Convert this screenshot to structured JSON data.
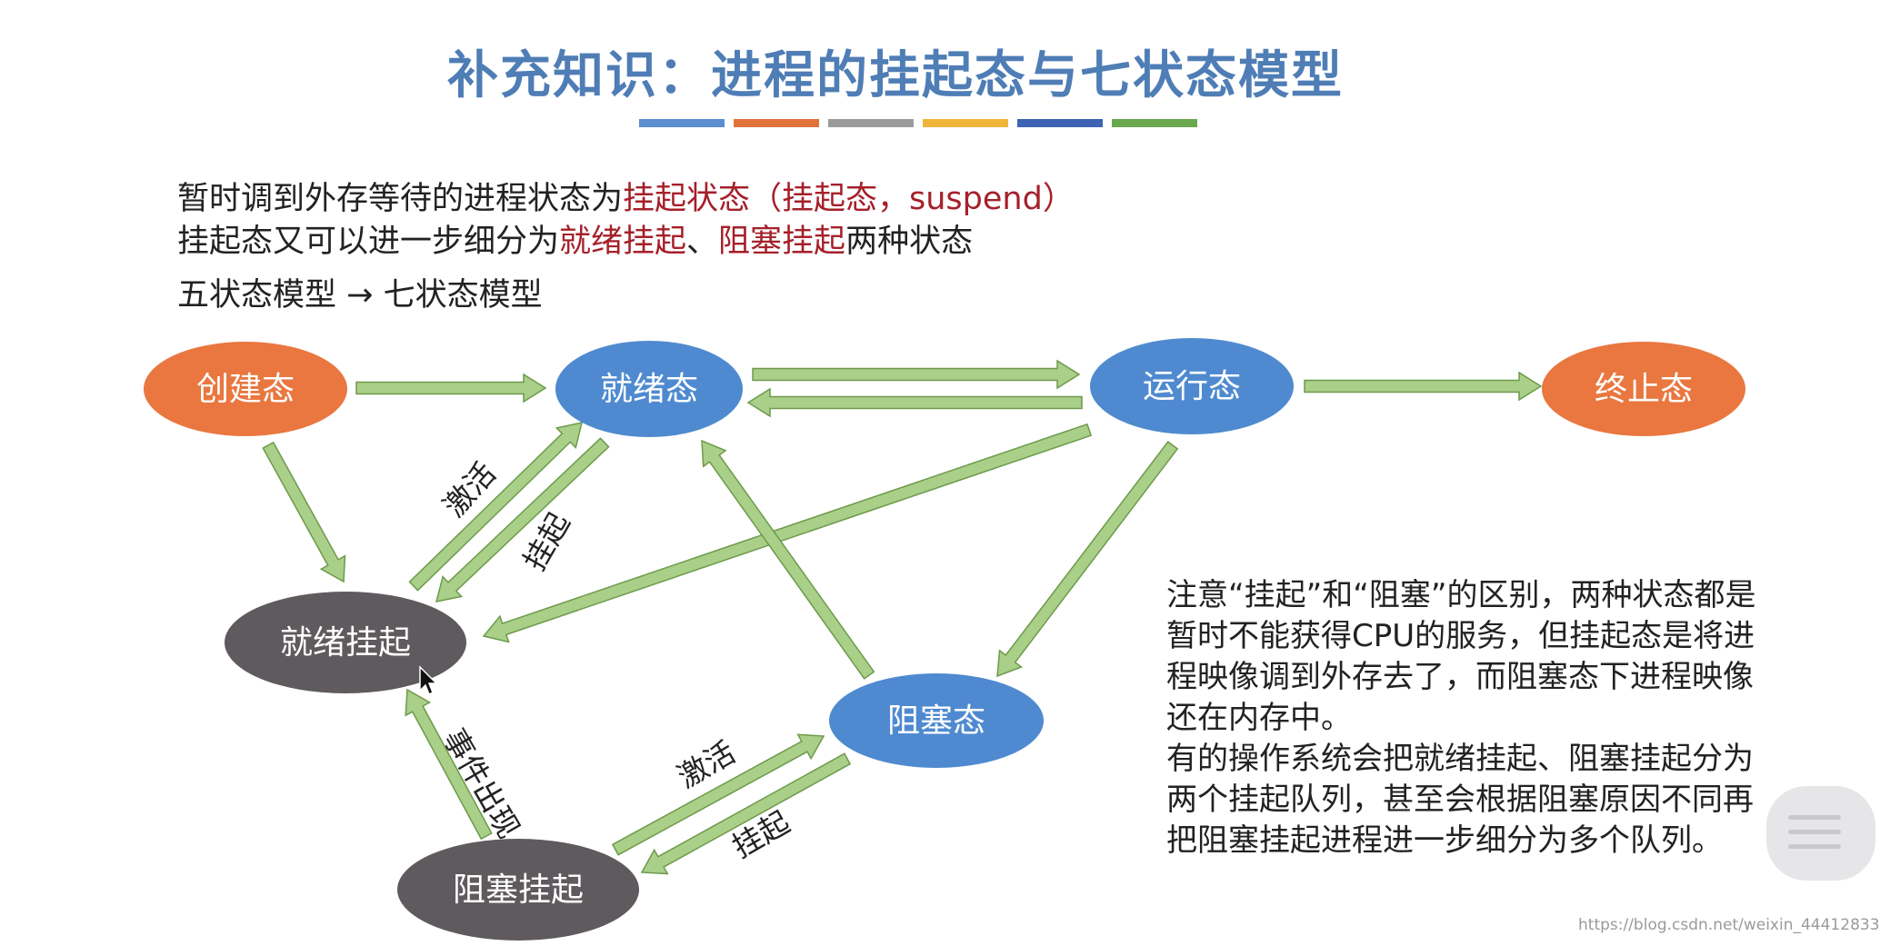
{
  "title": "补充知识：进程的挂起态与七状态模型",
  "title_bar_colors": [
    "#5b8ed0",
    "#e0733a",
    "#9b9b9b",
    "#f0b43a",
    "#3e63b5",
    "#6aa84f"
  ],
  "intro": {
    "line1_a": "暂时调到外存等待的进程状态为",
    "line1_b": "挂起状态（挂起态，suspend）",
    "line2_a": "挂起态又可以进一步细分为",
    "line2_b": "就绪挂起",
    "line2_c": "、",
    "line2_d": "阻塞挂起",
    "line2_e": "两种状态",
    "line3": "五状态模型 → 七状态模型"
  },
  "states": {
    "new": "创建态",
    "ready": "就绪态",
    "running": "运行态",
    "terminated": "终止态",
    "ready_suspend": "就绪挂起",
    "blocked": "阻塞态",
    "blocked_suspend": "阻塞挂起"
  },
  "state_colors": {
    "orange": "#e9773f",
    "blue": "#4f8ad0",
    "gray": "#5e5a5e",
    "arrow": "#a9cf88",
    "arrow_stroke": "#6d9a4c"
  },
  "edge_labels": {
    "activate_top": "激活",
    "suspend_top": "挂起",
    "event_occurs": "事件出现",
    "activate_bottom": "激活",
    "suspend_bottom": "挂起"
  },
  "note": {
    "p1": "注意“挂起”和“阻塞”的区别，两种状态都是暂时不能获得CPU的服务，但挂起态是将进程映像调到外存去了，而阻塞态下进程映像还在内存中。",
    "p2": "有的操作系统会把就绪挂起、阻塞挂起分为两个挂起队列，甚至会根据阻塞原因不同再把阻塞挂起进程进一步细分为多个队列。"
  },
  "credit": "https://blog.csdn.net/weixin_44412833"
}
